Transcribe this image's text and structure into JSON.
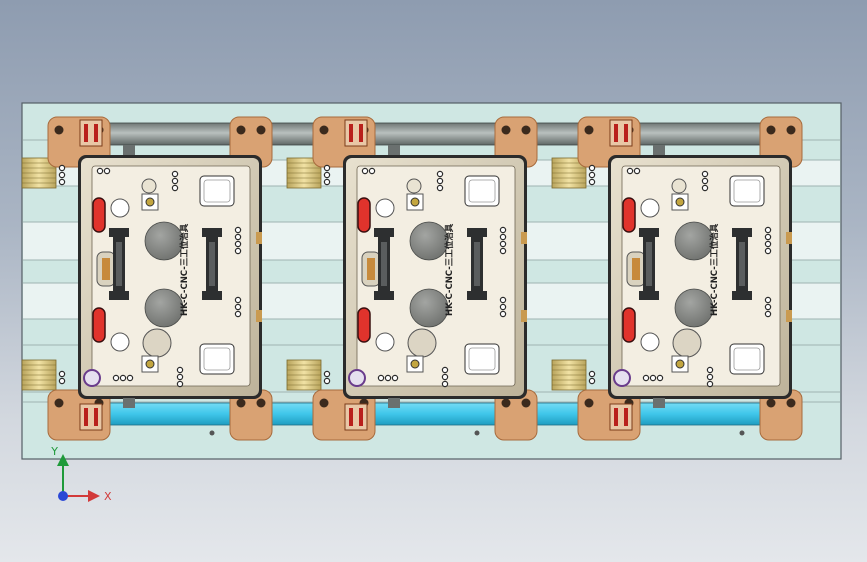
{
  "viewport": {
    "colors": {
      "plate": "#cfe7e3",
      "plate_border": "#555f66",
      "rail_light": "#eef4f4",
      "rail_dark": "#b9cfcd",
      "rod": "#8a9290",
      "blue_bar": "#3fc6ea",
      "bracket": "#d9a273",
      "bracket_dark": "#a76b3d",
      "tray_face": "#f3eee2",
      "tray_rim": "#c9c0a8",
      "pad_red": "#e0332c",
      "disc": "#8d8f8c",
      "clamp": "#2d2f30",
      "connector": "#e6d28a"
    },
    "fixture_label": "HK-C-CNC-三工位治具",
    "fixtures": [
      {
        "id": "station-1"
      },
      {
        "id": "station-2"
      },
      {
        "id": "station-3"
      }
    ],
    "triad": {
      "y_label": "Y",
      "x_label": "X",
      "y_color": "#1f9a3a",
      "x_color": "#d23a3a",
      "z_color": "#2a48d6"
    }
  }
}
